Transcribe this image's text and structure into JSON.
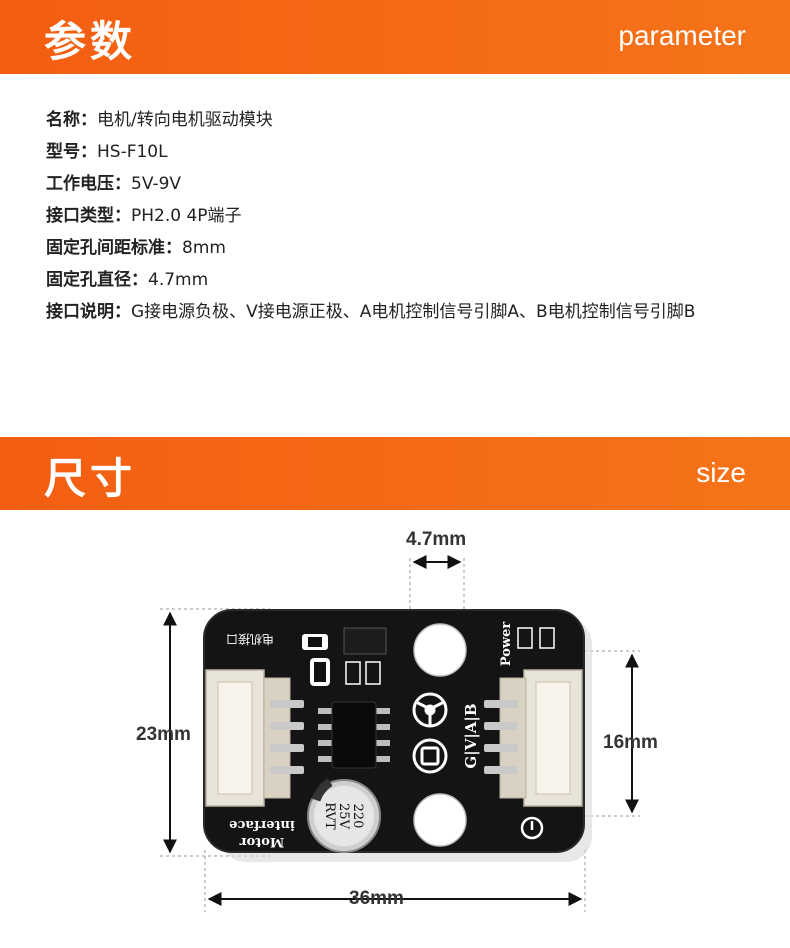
{
  "sections": {
    "parameter": {
      "title_zh": "参数",
      "title_en": "parameter"
    },
    "size": {
      "title_zh": "尺寸",
      "title_en": "size"
    }
  },
  "params": [
    {
      "label": "名称：",
      "value": "电机/转向电机驱动模块"
    },
    {
      "label": "型号：",
      "value": "HS-F10L"
    },
    {
      "label": "工作电压：",
      "value": "5V-9V"
    },
    {
      "label": "接口类型：",
      "value": "PH2.0 4P端子"
    },
    {
      "label": "固定孔间距标准：",
      "value": "8mm"
    },
    {
      "label": "固定孔直径：",
      "value": "4.7mm"
    },
    {
      "label": "接口说明：",
      "value": "G接电源负极、V接电源正极、A电机控制信号引脚A、B电机控制信号引脚B"
    }
  ],
  "dimensions": {
    "hole": "4.7mm",
    "height": "23mm",
    "hole_spacing": "16mm",
    "width": "36mm"
  },
  "board": {
    "label_interface_zh": "电机接口",
    "label_power": "Power",
    "label_pins": "G|V|A|B",
    "label_motor": "Motor",
    "label_interface_en": "interface",
    "cap_line1": "220",
    "cap_line2": "25V",
    "cap_line3": "RVT"
  },
  "colors": {
    "accent": "#f35e12",
    "board": "#141414"
  }
}
